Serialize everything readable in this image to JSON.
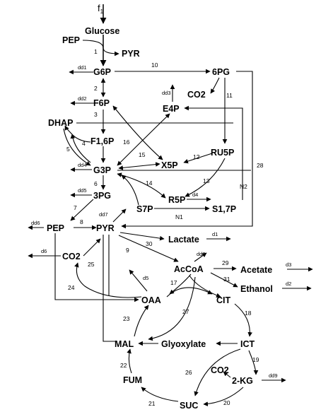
{
  "flux_in": "f",
  "flux_in_sub": "1",
  "metabolites": {
    "glucose": "Glucose",
    "pep_top": "PEP",
    "pyr_top": "PYR",
    "g6p": "G6P",
    "pg6": "6PG",
    "f6p": "F6P",
    "co2_ppp": "CO2",
    "e4p": "E4P",
    "dhap": "DHAP",
    "f16p": "F1,6P",
    "ru5p": "RU5P",
    "x5p": "X5P",
    "g3p": "G3P",
    "pg3": "3PG",
    "r5p": "R5P",
    "s7p": "S7P",
    "s17p": "S1,7P",
    "pep": "PEP",
    "pyr": "PYR",
    "lactate": "Lactate",
    "co2_left": "CO2",
    "accoa": "AcCoA",
    "acetate": "Acetate",
    "ethanol": "Ethanol",
    "oaa": "OAA",
    "cit": "CIT",
    "mal": "MAL",
    "glyoxylate": "Glyoxylate",
    "ict": "ICT",
    "co2_tca": "CO2",
    "kg2": "2-KG",
    "fum": "FUM",
    "suc": "SUC"
  },
  "reactions": {
    "r1": "1",
    "r2": "2",
    "r3": "3",
    "r4": "4",
    "r5": "5",
    "r6": "6",
    "r7": "7",
    "r8": "8",
    "r9": "9",
    "r10": "10",
    "r11": "11",
    "r12": "12",
    "r13": "13",
    "r14": "14",
    "r15": "15",
    "r16": "16",
    "r17": "17",
    "r18": "18",
    "r19": "19",
    "r20": "20",
    "r21": "21",
    "r22": "22",
    "r23": "23",
    "r24": "24",
    "r25": "25",
    "r26": "26",
    "r27": "27",
    "r28": "28",
    "r29": "29",
    "r30": "30",
    "r31": "31",
    "n1": "N1",
    "n2": "N2"
  },
  "drains": {
    "dd1": "dd1",
    "dd2": "dd2",
    "dd3": "dd3",
    "dd4": "dd4",
    "dd5": "dd5",
    "dd6": "dd6",
    "dd7": "dd7",
    "dd8": "dd8",
    "dd9": "dd9",
    "d1": "d1",
    "d2": "d2",
    "d3": "d3",
    "d4": "d4",
    "d5": "d5",
    "d6": "d6"
  }
}
